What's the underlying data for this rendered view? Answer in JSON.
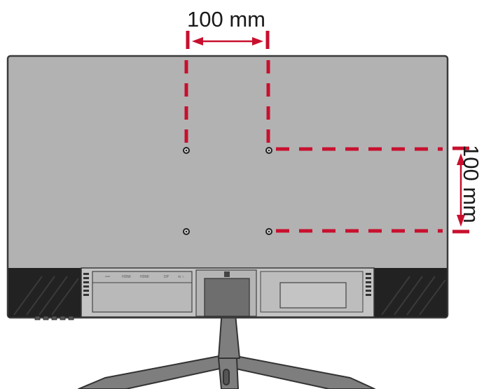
{
  "diagram": {
    "dimension_horizontal_label": "100 mm",
    "dimension_vertical_label": "100 mm",
    "ports": [
      {
        "id": "port-1",
        "label": "══"
      },
      {
        "id": "port-2",
        "label": "HDMI"
      },
      {
        "id": "port-3",
        "label": "HDMI"
      },
      {
        "id": "port-4",
        "label": "DP"
      },
      {
        "id": "port-5",
        "label": "⊖ ○"
      }
    ],
    "colors": {
      "dimension_line": "#c8102e",
      "monitor_back": "#b2b2b2",
      "monitor_outline": "#3c3c3c",
      "bottom_panel": "#1e1e1e",
      "stand": "#808080"
    }
  }
}
